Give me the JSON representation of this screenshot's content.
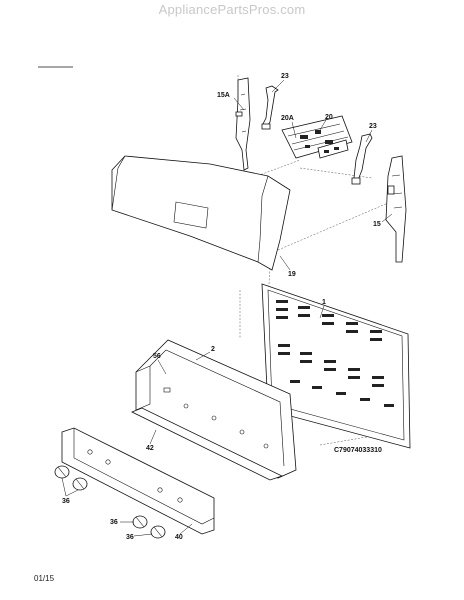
{
  "header": {
    "watermark": "AppliancePartsPros.com"
  },
  "footer": {
    "diagram_code": "C79074033310",
    "date": "01/15"
  },
  "callouts": {
    "p15a": "15A",
    "p23a": "23",
    "p20a": "20A",
    "p20": "20",
    "p23b": "23",
    "p15": "15",
    "p19": "19",
    "p1": "1",
    "p2": "2",
    "p56": "56",
    "p42": "42",
    "p36a": "36",
    "p36b": "36",
    "p36c": "36",
    "p40": "40"
  }
}
